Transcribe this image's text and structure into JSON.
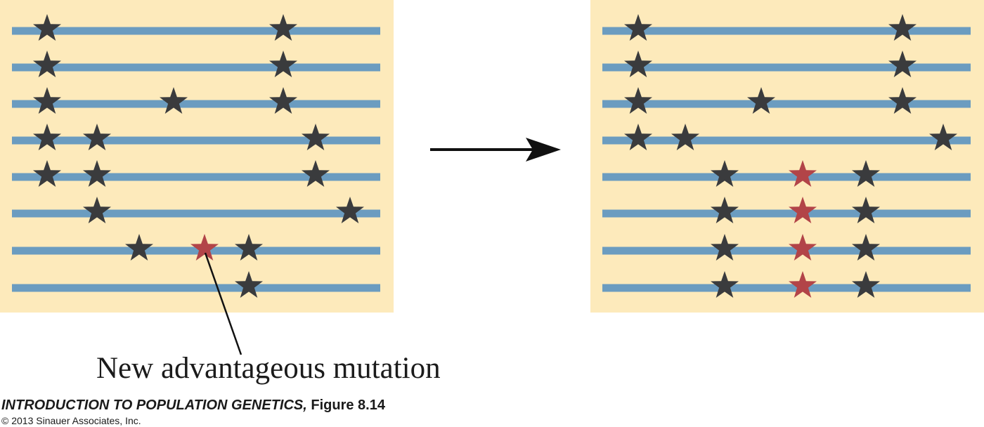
{
  "colors": {
    "panel_background": "#fdeabb",
    "chromosome_line": "#6b9cc0",
    "neutral_star": "#3a3b3d",
    "advantageous_star": "#b24448",
    "arrow": "#111111"
  },
  "icons": {
    "neutral_variant": "star-icon",
    "advantageous_variant": "star-icon",
    "time_arrow": "arrow-right-icon"
  },
  "annotation": {
    "label": "New advantageous mutation"
  },
  "credit": {
    "book_title": "INTRODUCTION TO POPULATION GENETICS,",
    "figure_label": "Figure 8.14",
    "copyright": "© 2013 Sinauer Associates, Inc."
  }
}
